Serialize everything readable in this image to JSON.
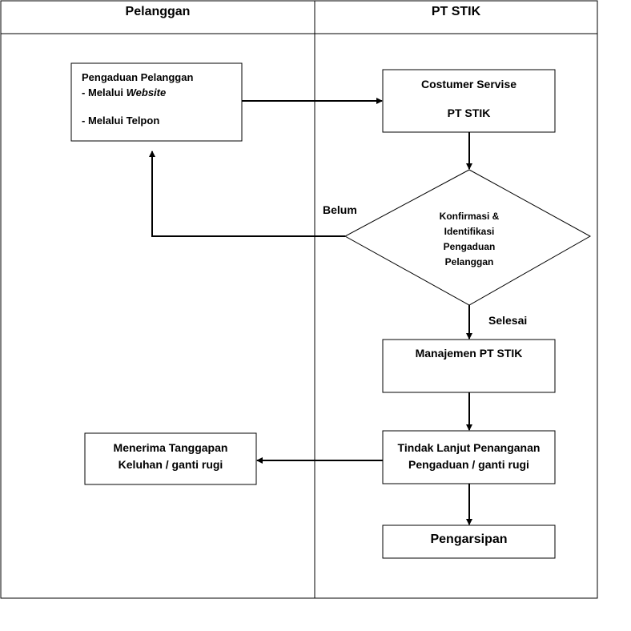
{
  "lanes": {
    "left": "Pelanggan",
    "right": "PT STIK"
  },
  "nodes": {
    "complaint": {
      "title": "Pengaduan Pelanggan",
      "line1_prefix": "- Melalui ",
      "line1_italic": "Website",
      "line2": "- Melalui  Telpon"
    },
    "customer_service": {
      "line1": "Costumer Servise",
      "line2": "PT STIK"
    },
    "decision": {
      "lines": [
        "Konfirmasi &",
        "Identifikasi",
        "Pengaduan",
        "Pelanggan"
      ]
    },
    "management": {
      "label": "Manajemen PT STIK"
    },
    "follow_up": {
      "line1": "Tindak Lanjut Penanganan",
      "line2": "Pengaduan / ganti rugi"
    },
    "receive": {
      "line1": "Menerima Tanggapan",
      "line2": "Keluhan / ganti rugi"
    },
    "archive": {
      "label": "Pengarsipan"
    }
  },
  "edges": {
    "no": "Belum",
    "yes": "Selesai"
  }
}
